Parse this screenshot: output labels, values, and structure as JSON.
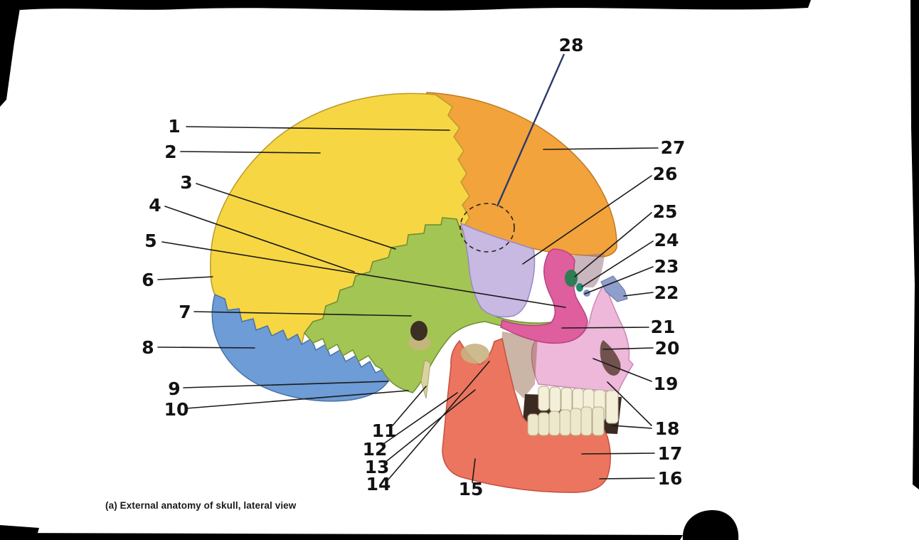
{
  "caption": "(a) External anatomy of skull, lateral view",
  "labels": [
    "1",
    "2",
    "3",
    "4",
    "5",
    "6",
    "7",
    "8",
    "9",
    "10",
    "11",
    "12",
    "13",
    "14",
    "15",
    "16",
    "17",
    "18",
    "19",
    "20",
    "21",
    "22",
    "23",
    "24",
    "25",
    "26",
    "27",
    "28"
  ],
  "colors": {
    "frontal": "#F2A33C",
    "parietal": "#F7D644",
    "temporal": "#A3C553",
    "occipital": "#6D9CD6",
    "sphenoid": "#C7B9E2",
    "zygomatic": "#DE5E9E",
    "maxilla": "#EEB8DA",
    "mandible": "#EC7560",
    "teeth_upper": "#F3EFD9",
    "teeth_lower": "#EDE8CC",
    "nasal": "#8E9FCB",
    "lacrimal": "#2F7D52",
    "ethmoid": "#1F8A70",
    "orbit_small": "#7F93C4",
    "styloid": "#D9D49E",
    "condyle_area": "#C9B383",
    "ear_canal": "#3C2F23",
    "ear_rim": "#C9B383",
    "mouth": "#3A2A22",
    "nasal_aperture": "#5A4036",
    "infratemporal": "#8A5A3A",
    "orbit_shadow": "#9C7A88",
    "leader": "#1A1A1A",
    "pterion_leader": "#2B3A6B",
    "border": "#000000"
  }
}
